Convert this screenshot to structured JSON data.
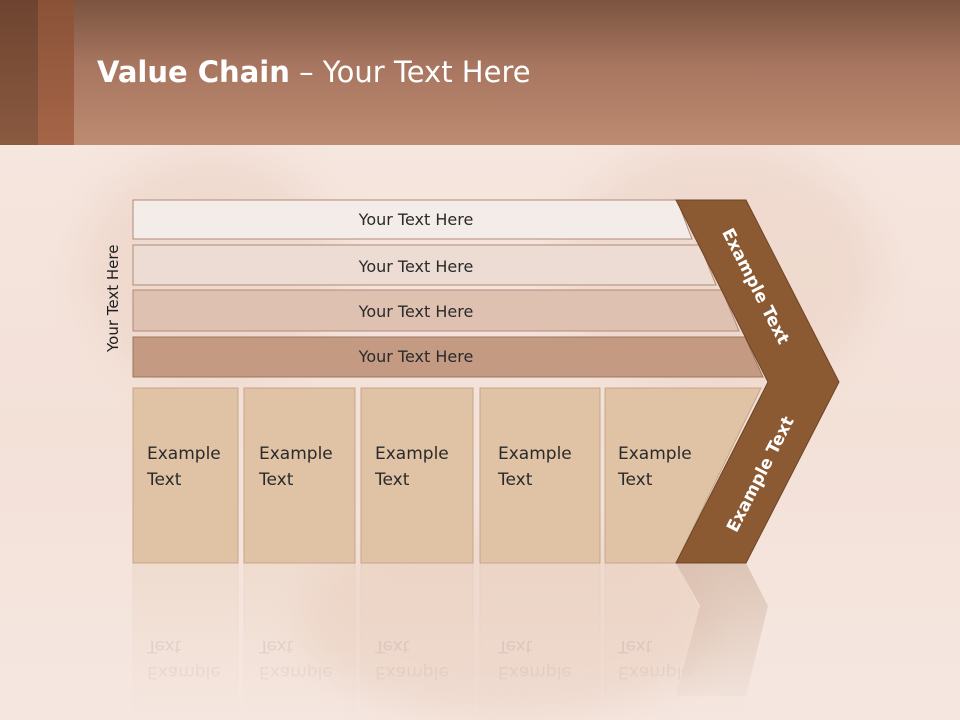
{
  "title": {
    "bold": "Value Chain",
    "rest": " – Your Text Here"
  },
  "side_label": "Your Text Here",
  "bands": [
    {
      "label": "Your Text Here",
      "fill": "#f4ece8"
    },
    {
      "label": "Your Text Here",
      "fill": "#ecdcd3"
    },
    {
      "label": "Your Text Here",
      "fill": "#dfc1b2"
    },
    {
      "label": "Your Text Here",
      "fill": "#c49a83"
    }
  ],
  "boxes": [
    {
      "line1": "Example",
      "line2": "Text"
    },
    {
      "line1": "Example",
      "line2": "Text"
    },
    {
      "line1": "Example",
      "line2": "Text"
    },
    {
      "line1": "Example",
      "line2": "Text"
    },
    {
      "line1": "Example",
      "line2": "Text"
    }
  ],
  "arrow": {
    "top_label": "Example Text",
    "bottom_label": "Example Text",
    "color": "#8c5a32"
  },
  "colors": {
    "box_fill": "#e0c2a5",
    "box_border": "#c7a68a"
  }
}
